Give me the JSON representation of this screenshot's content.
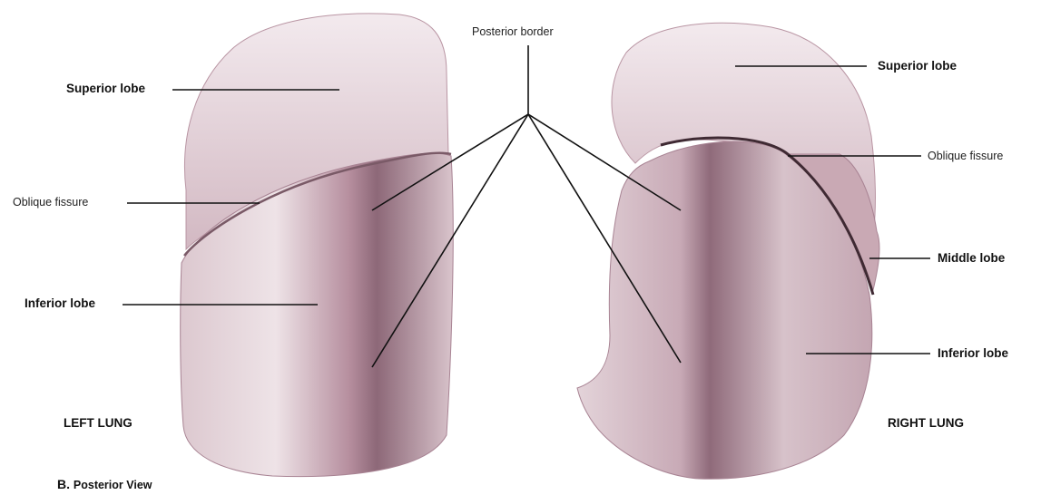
{
  "figure": {
    "panel_letter": "B.",
    "view_title": "Posterior View",
    "left_lung_caption": "LEFT LUNG",
    "right_lung_caption": "RIGHT LUNG",
    "posterior_border": "Posterior border"
  },
  "left_labels": {
    "superior_lobe": "Superior lobe",
    "oblique_fissure": "Oblique fissure",
    "inferior_lobe": "Inferior lobe"
  },
  "right_labels": {
    "superior_lobe": "Superior lobe",
    "oblique_fissure": "Oblique fissure",
    "middle_lobe": "Middle lobe",
    "inferior_lobe": "Inferior lobe"
  },
  "colors": {
    "lung_light": "#ece0e4",
    "lung_mid": "#c9a9b4",
    "lung_dark": "#7d5565",
    "leader_line": "#111111"
  }
}
